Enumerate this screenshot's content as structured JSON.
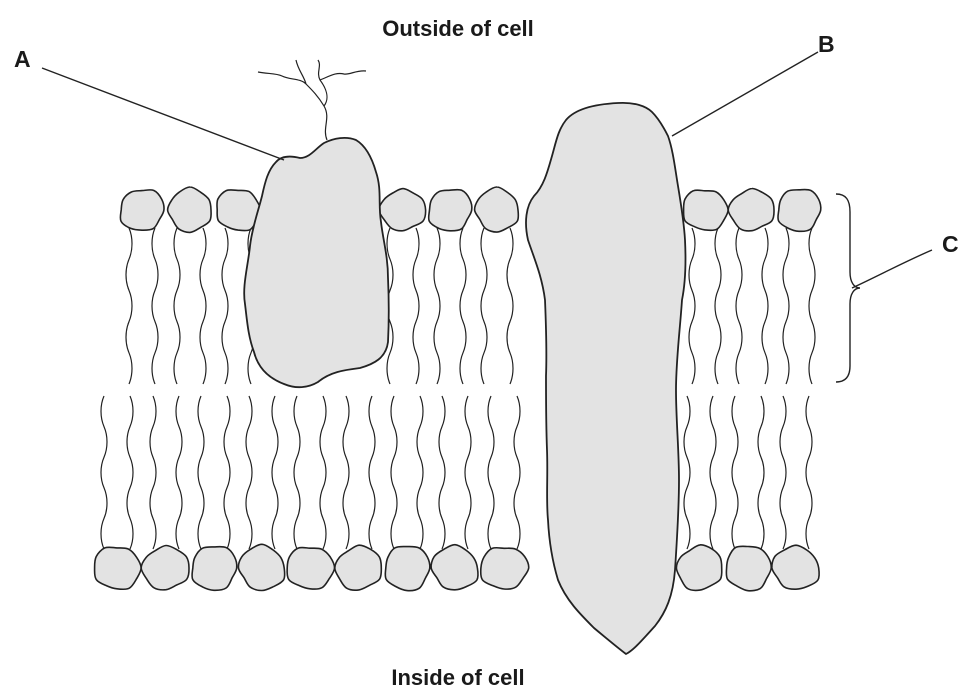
{
  "labels": {
    "outside": "Outside of cell",
    "inside": "Inside of cell",
    "a": "A",
    "b": "B",
    "c": "C"
  }
}
